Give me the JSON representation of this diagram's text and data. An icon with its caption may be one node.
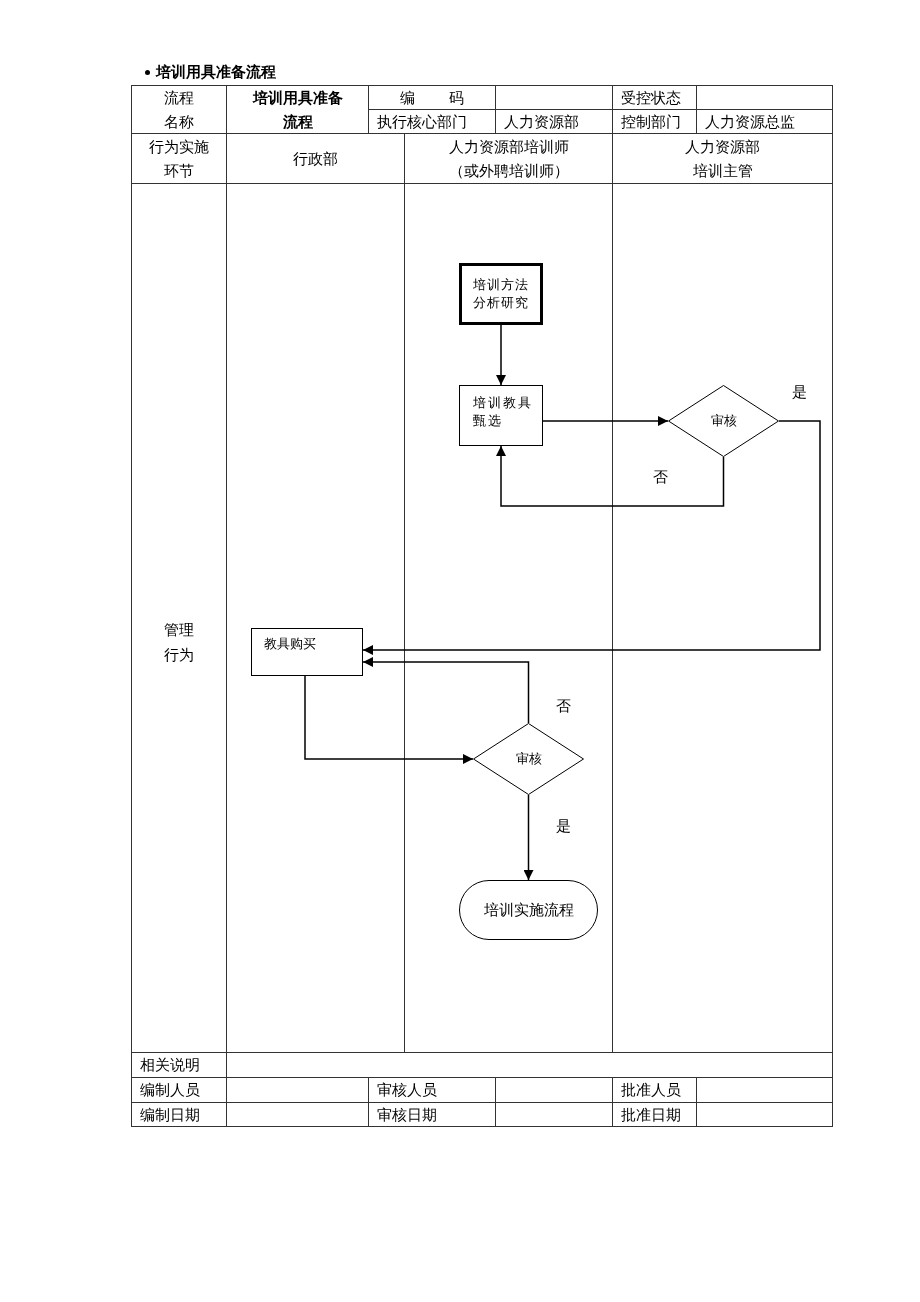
{
  "diagram": {
    "title": "培训用具准备流程",
    "nodes": [
      {
        "text": [
          "培训方法分析研究"
        ]
      },
      {
        "text": [
          "培训教具甄选"
        ]
      },
      {
        "text": [
          "审核"
        ]
      },
      {
        "text": [
          "教具购买"
        ]
      },
      {
        "text": [
          "审核"
        ]
      },
      {
        "text": [
          "培训实施流程"
        ]
      }
    ],
    "edges": [
      {
        "from": 0,
        "to": 1,
        "arrow": "to"
      },
      {
        "from": 1,
        "to": 2,
        "arrow": "to"
      },
      {
        "from": 2,
        "to": 1,
        "arrow": "to",
        "label": "否"
      },
      {
        "from": 2,
        "to": 3,
        "arrow": "to",
        "label": "是"
      },
      {
        "from": 4,
        "to": 3,
        "arrow": "to",
        "label": "否"
      },
      {
        "from": 3,
        "to": 4,
        "arrow": "to"
      },
      {
        "from": 4,
        "to": 5,
        "arrow": "to",
        "label": "是"
      }
    ],
    "labels": [
      "流程名称",
      "培训用具准备流程",
      "编码",
      "受控状态",
      "执行核心部门",
      "人力资源部",
      "控制部门",
      "人力资源总监",
      "行为实施环节",
      "行政部",
      "人力资源部培训师（或外聘培训师）",
      "人力资源部培训主管",
      "管理行为",
      "相关说明",
      "编制人员",
      "审核人员",
      "批准人员",
      "编制日期",
      "审核日期",
      "批准日期"
    ]
  }
}
